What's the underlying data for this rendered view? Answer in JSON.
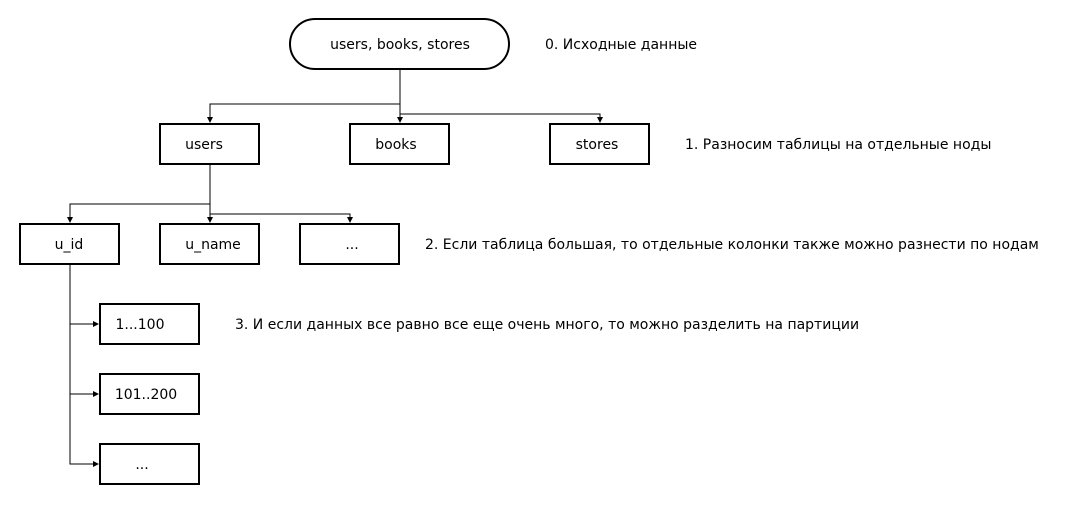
{
  "diagram": {
    "root": {
      "label": "users, books, stores"
    },
    "tables": {
      "users": "users",
      "books": "books",
      "stores": "stores"
    },
    "columns": {
      "u_id": "u_id",
      "u_name": "u_name",
      "more": "..."
    },
    "partitions": {
      "p1": "1...100",
      "p2": "101..200",
      "more": "..."
    },
    "notes": {
      "step0": "0. Исходные данные",
      "step1": "1. Разносим таблицы на отдельные ноды",
      "step2": "2. Если таблица большая, то отдельные колонки также можно разнести по нодам",
      "step3": "3. И если данных все равно все еще очень много, то можно разделить на партиции"
    }
  }
}
